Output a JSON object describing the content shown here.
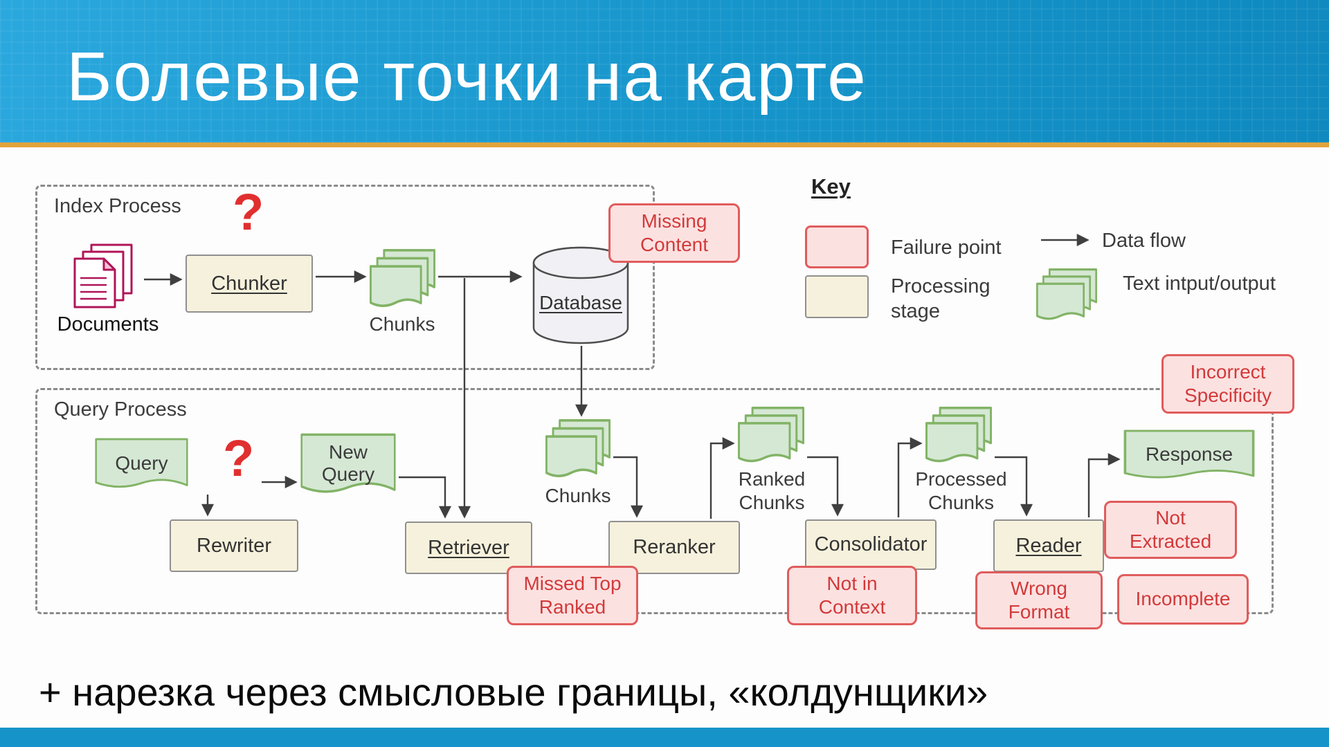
{
  "slide": {
    "title": "Болевые точки на карте",
    "footer_note": "+ нарезка через смысловые границы, «колдунщики»"
  },
  "diagram": {
    "index_process": {
      "label": "Index Process",
      "question_mark": "?",
      "documents": "Documents",
      "chunker": "Chunker",
      "chunks": "Chunks",
      "database": "Database"
    },
    "query_process": {
      "label": "Query Process",
      "question_mark": "?",
      "query": "Query",
      "rewriter": "Rewriter",
      "new_query": "New Query",
      "retriever": "Retriever",
      "chunks": "Chunks",
      "reranker": "Reranker",
      "ranked_chunks": "Ranked Chunks",
      "consolidator": "Consolidator",
      "processed_chunks": "Processed Chunks",
      "reader": "Reader",
      "response": "Response"
    },
    "failures": {
      "missing_content": "Missing Content",
      "incorrect_specificity": "Incorrect Specificity",
      "missed_top_ranked": "Missed Top Ranked",
      "not_in_context": "Not in Context",
      "wrong_format": "Wrong Format",
      "not_extracted": "Not Extracted",
      "incomplete": "Incomplete"
    },
    "key": {
      "title": "Key",
      "failure_point": "Failure point",
      "processing_stage": "Processing stage",
      "data_flow": "Data flow",
      "text_io": "Text intput/output"
    },
    "colors": {
      "header_blue": "#1898cf",
      "accent_orange": "#e3a33b",
      "failure_fill": "#fce1e1",
      "failure_border": "#e05c5c",
      "failure_text": "#d23a3a",
      "stage_fill": "#f6f1dc",
      "stage_border": "#8f8f8f",
      "chunk_fill": "#d5e8d4",
      "chunk_border": "#82b366",
      "documents_color": "#b01558",
      "question_mark_red": "#e12f2f"
    }
  }
}
